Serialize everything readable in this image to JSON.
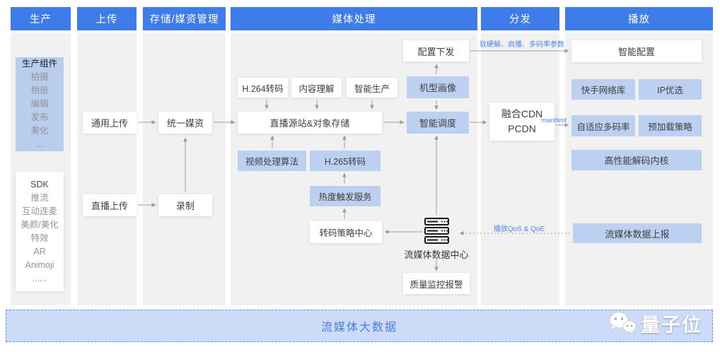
{
  "columns": [
    {
      "title": "生产"
    },
    {
      "title": "上传"
    },
    {
      "title": "存储/媒资管理"
    },
    {
      "title": "媒体处理"
    },
    {
      "title": "分发"
    },
    {
      "title": "播放"
    }
  ],
  "production": {
    "components": {
      "title": "生产组件",
      "items": [
        "拍摄",
        "相册",
        "编辑",
        "发布",
        "美化",
        "..."
      ]
    },
    "sdk": {
      "title": "SDK",
      "items": [
        "推流",
        "互动连麦",
        "美颜/美化",
        "特效",
        "AR",
        "Animoji",
        "......"
      ]
    }
  },
  "upload": {
    "general": "通用上传",
    "live": "直播上传"
  },
  "storage": {
    "unified": "统一媒资",
    "record": "录制"
  },
  "processing": {
    "config_deploy": "配置下发",
    "device_profile": "机型画像",
    "h264": "H.264转码",
    "content_understanding": "内容理解",
    "smart_production": "智能生产",
    "origin_storage": "直播源站&对象存储",
    "smart_scheduling": "智能调度",
    "video_algorithms": "视频处理算法",
    "h265": "H.265转码",
    "heat_trigger": "热度触发服务",
    "transcode_policy_center": "转码策略中心",
    "streaming_data_center": "流媒体数据中心",
    "quality_monitoring": "质量监控报警"
  },
  "distribution": {
    "cdn_line1": "融合CDN",
    "cdn_line2": "PCDN"
  },
  "playback": {
    "smart_config": "智能配置",
    "network_lib": "快手网络库",
    "ip_selection": "IP优选",
    "adaptive_bitrate": "自适应多码率",
    "preload_strategy": "预加载策略",
    "decoder_core": "高性能解码内核",
    "data_report": "流媒体数据上报"
  },
  "annotations": {
    "decode_params": "软硬解、启播、多码率参数",
    "manifest": "manifest",
    "qos": "播放QoS & QoE"
  },
  "bottom_bar": {
    "label": "流媒体大数据"
  },
  "watermark": {
    "label": "量子位"
  },
  "colors": {
    "header_blue": "#3e7cea",
    "box_blue": "#bcd0f1",
    "column_gray": "#f1f1f2",
    "annotation_blue": "#4d86f0",
    "bottom_bar_fill": "#ccdbf8",
    "bottom_bar_border": "#6a93ee",
    "arrow_gray": "#9e9e9e"
  }
}
